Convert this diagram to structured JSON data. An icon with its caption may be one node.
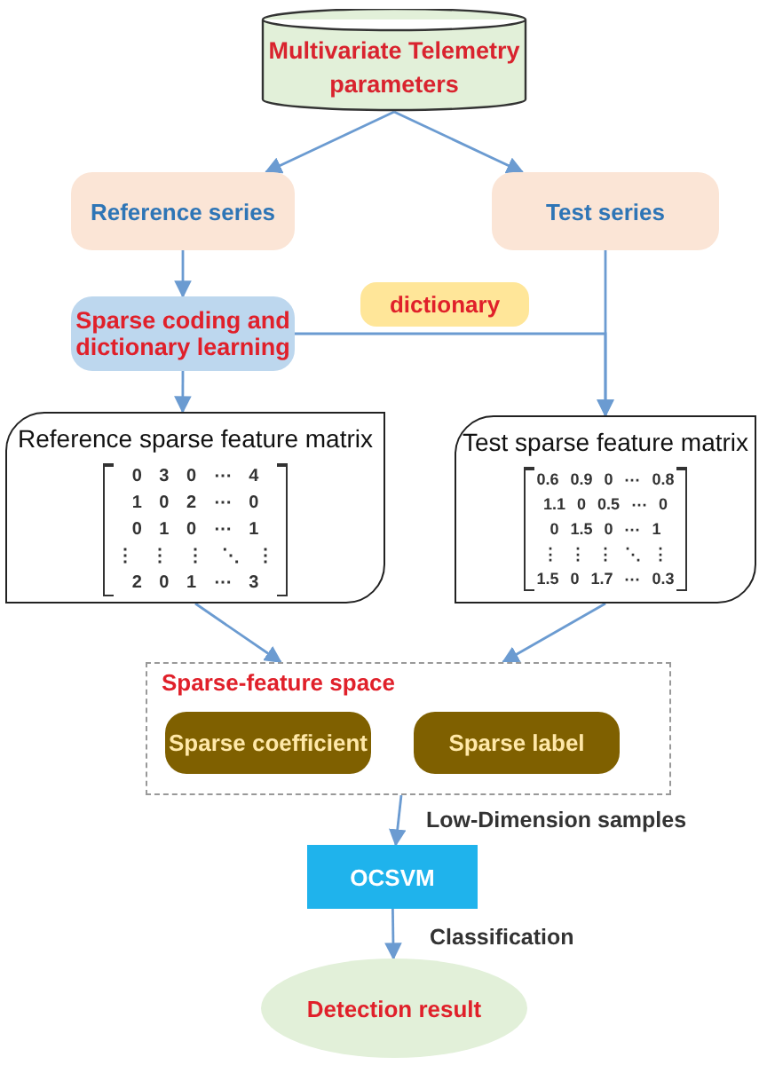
{
  "diagram": {
    "nodes": [
      {
        "text": [
          "Multivariate Telemetry parameters"
        ]
      },
      {
        "text": [
          "Reference series"
        ]
      },
      {
        "text": [
          "Test series"
        ]
      },
      {
        "text": [
          "Sparse coding and dictionary learning"
        ]
      },
      {
        "text": [
          "dictionary"
        ]
      },
      {
        "text": [
          "Reference sparse feature matrix",
          "0 3 0 ⋯ 4",
          "1 0 2 ⋯ 0",
          "0 1 0 ⋯ 1",
          "⋮ ⋮ ⋮ ⋱ ⋮",
          "2 0 1 ⋯ 3"
        ]
      },
      {
        "text": [
          "Test sparse feature matrix",
          "0.6 0.9 0 ⋯ 0.8",
          "1.1 0 0.5 ⋯ 0",
          "0 1.5 0 ⋯ 1",
          "⋮ ⋮ ⋮ ⋱ ⋮",
          "1.5 0 1.7 ⋯ 0.3"
        ]
      },
      {
        "text": [
          "Sparse-feature space"
        ]
      },
      {
        "text": [
          "Sparse coefficient"
        ],
        "in": 7
      },
      {
        "text": [
          "Sparse label"
        ],
        "in": 7
      },
      {
        "text": [
          "OCSVM"
        ]
      },
      {
        "text": [
          "Detection result"
        ]
      }
    ],
    "edges": [
      {
        "from": 0,
        "to": 1,
        "arrow": "to"
      },
      {
        "from": 0,
        "to": 2,
        "arrow": "to"
      },
      {
        "from": 1,
        "to": 3,
        "arrow": "to"
      },
      {
        "from": 3,
        "to": 5,
        "arrow": "to"
      },
      {
        "from": 2,
        "to": 6,
        "arrow": "to"
      },
      {
        "from": 3,
        "to": 6,
        "arrow": "to"
      },
      {
        "from": 5,
        "to": 7,
        "arrow": "to"
      },
      {
        "from": 6,
        "to": 7,
        "arrow": "to"
      },
      {
        "from": 7,
        "to": 10,
        "arrow": "to",
        "label": "Low-Dimension samples"
      },
      {
        "from": 10,
        "to": 11,
        "arrow": "to",
        "label": "Classification"
      }
    ]
  }
}
